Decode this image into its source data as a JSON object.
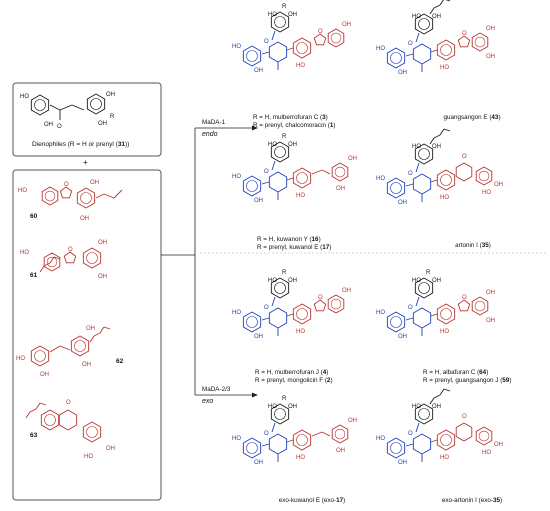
{
  "dienophile_label": "Dienophiles (R = H or prenyl (",
  "dienophile_label_num": "31",
  "dienophile_label_end": "))",
  "plus": "+",
  "diene_numbers": [
    "60",
    "61",
    "62",
    "63"
  ],
  "enzymes": {
    "mada1": "MaDA-1",
    "endo": "endo",
    "mada23": "MaDA-2/3",
    "exo": "exo"
  },
  "products": [
    {
      "line1": "R = H, mulberrofuran C (",
      "num1": "3",
      "line2": "R = prenyl, chalcomoracin (",
      "num2": "1"
    },
    {
      "line1": "guangsangon E (",
      "num1": "43"
    },
    {
      "line1": "R = H, kuwanon Y (",
      "num1": "16",
      "line2": "R = prenyl, kuwanol E (",
      "num2": "17"
    },
    {
      "line1": "artonin I (",
      "num1": "35"
    },
    {
      "line1": "R = H, mulberrofuran J (",
      "num1": "4",
      "line2": "R = prenyl, mongolicin F (",
      "num2": "2"
    },
    {
      "line1": "R = H, albafuran C (",
      "num1": "64",
      "line2": "R = prenyl, guangsangon J (",
      "num2": "59"
    },
    {
      "line1": "exo-kuwanol E (exo-",
      "num1": "17"
    },
    {
      "line1": "exo-artonin I (exo-",
      "num1": "35"
    }
  ],
  "atoms": {
    "O": "O",
    "OH": "OH",
    "HO": "HO",
    "R": "R"
  },
  "colors": {
    "blue": "#1f3fbf",
    "red": "#b8332d",
    "black": "#1a1a1a",
    "box": "#555555",
    "dash": "#aaaaaa"
  }
}
